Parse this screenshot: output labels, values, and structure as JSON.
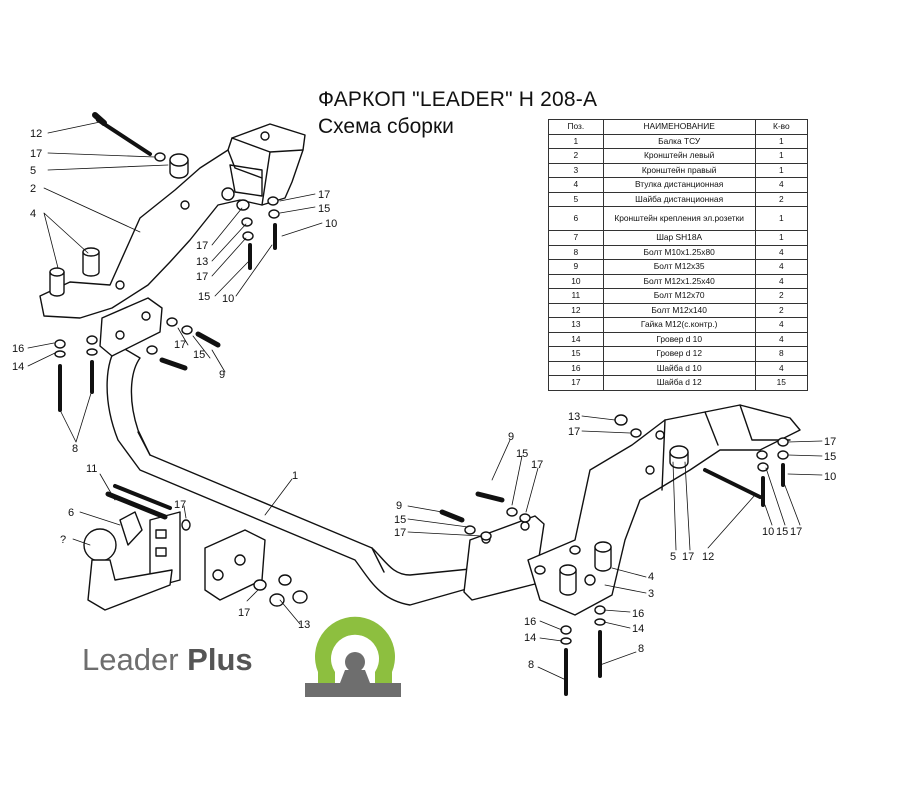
{
  "header": {
    "title": "ФАРКОП \"LEADER\" H 208-A",
    "subtitle": "Схема сборки"
  },
  "parts_table": {
    "columns": [
      "Поз.",
      "НАИМЕНОВАНИЕ",
      "К-во"
    ],
    "rows": [
      {
        "pos": "1",
        "name": "Балка ТСУ",
        "qty": "1"
      },
      {
        "pos": "2",
        "name": "Кронштейн левый",
        "qty": "1"
      },
      {
        "pos": "3",
        "name": "Кронштейн правый",
        "qty": "1"
      },
      {
        "pos": "4",
        "name": "Втулка дистанционная",
        "qty": "4"
      },
      {
        "pos": "5",
        "name": "Шайба  дистанционная",
        "qty": "2"
      },
      {
        "pos": "6",
        "name": "Кронштейн крепления эл.розетки",
        "qty": "1"
      },
      {
        "pos": "7",
        "name": "Шар SH18A",
        "qty": "1"
      },
      {
        "pos": "8",
        "name": "Болт М10х1.25х80",
        "qty": "4"
      },
      {
        "pos": "9",
        "name": "Болт М12х35",
        "qty": "4"
      },
      {
        "pos": "10",
        "name": "Болт М12х1.25х40",
        "qty": "4"
      },
      {
        "pos": "11",
        "name": "Болт М12х70",
        "qty": "2"
      },
      {
        "pos": "12",
        "name": "Болт М12х140",
        "qty": "2"
      },
      {
        "pos": "13",
        "name": "Гайка М12(с.контр.)",
        "qty": "4"
      },
      {
        "pos": "14",
        "name": "Гровер d 10",
        "qty": "4"
      },
      {
        "pos": "15",
        "name": "Гровер d 12",
        "qty": "8"
      },
      {
        "pos": "16",
        "name": "Шайба d 10",
        "qty": "4"
      },
      {
        "pos": "17",
        "name": "Шайба d 12",
        "qty": "15"
      }
    ]
  },
  "callouts": {
    "c12": "12",
    "c17a": "17",
    "c5": "5",
    "c2": "2",
    "c4a": "4",
    "c17b": "17",
    "c15a": "15",
    "c10a": "10",
    "c17c": "17",
    "c13a": "13",
    "c17d": "17",
    "c15b": "15",
    "c10b": "10",
    "c16a": "16",
    "c14a": "14",
    "c17e": "17",
    "c15c": "15",
    "c9a": "9",
    "c8a": "8",
    "c11": "11",
    "c6": "6",
    "c7": "?",
    "c17f": "17",
    "c1": "1",
    "c17g": "17",
    "c13b": "13",
    "c9b": "9",
    "c15d": "15",
    "c17h": "17",
    "c9c": "9",
    "c15e": "15",
    "c17i": "17",
    "c13c": "13",
    "c17j": "17",
    "c17k": "17",
    "c15f": "15",
    "c10c": "10",
    "c5b": "5",
    "c17l": "17",
    "c12b": "12",
    "c10d": "10",
    "c15g": "15",
    "c17m": "17",
    "c4b": "4",
    "c3": "3",
    "c16b": "16",
    "c16c": "16",
    "c14b": "14",
    "c14c": "14",
    "c8b": "8",
    "c8c": "8"
  },
  "logo": {
    "word1": "Leader",
    "word2": "Plus",
    "accent_green": "#8dbf3f",
    "gray": "#6e6e6e"
  }
}
